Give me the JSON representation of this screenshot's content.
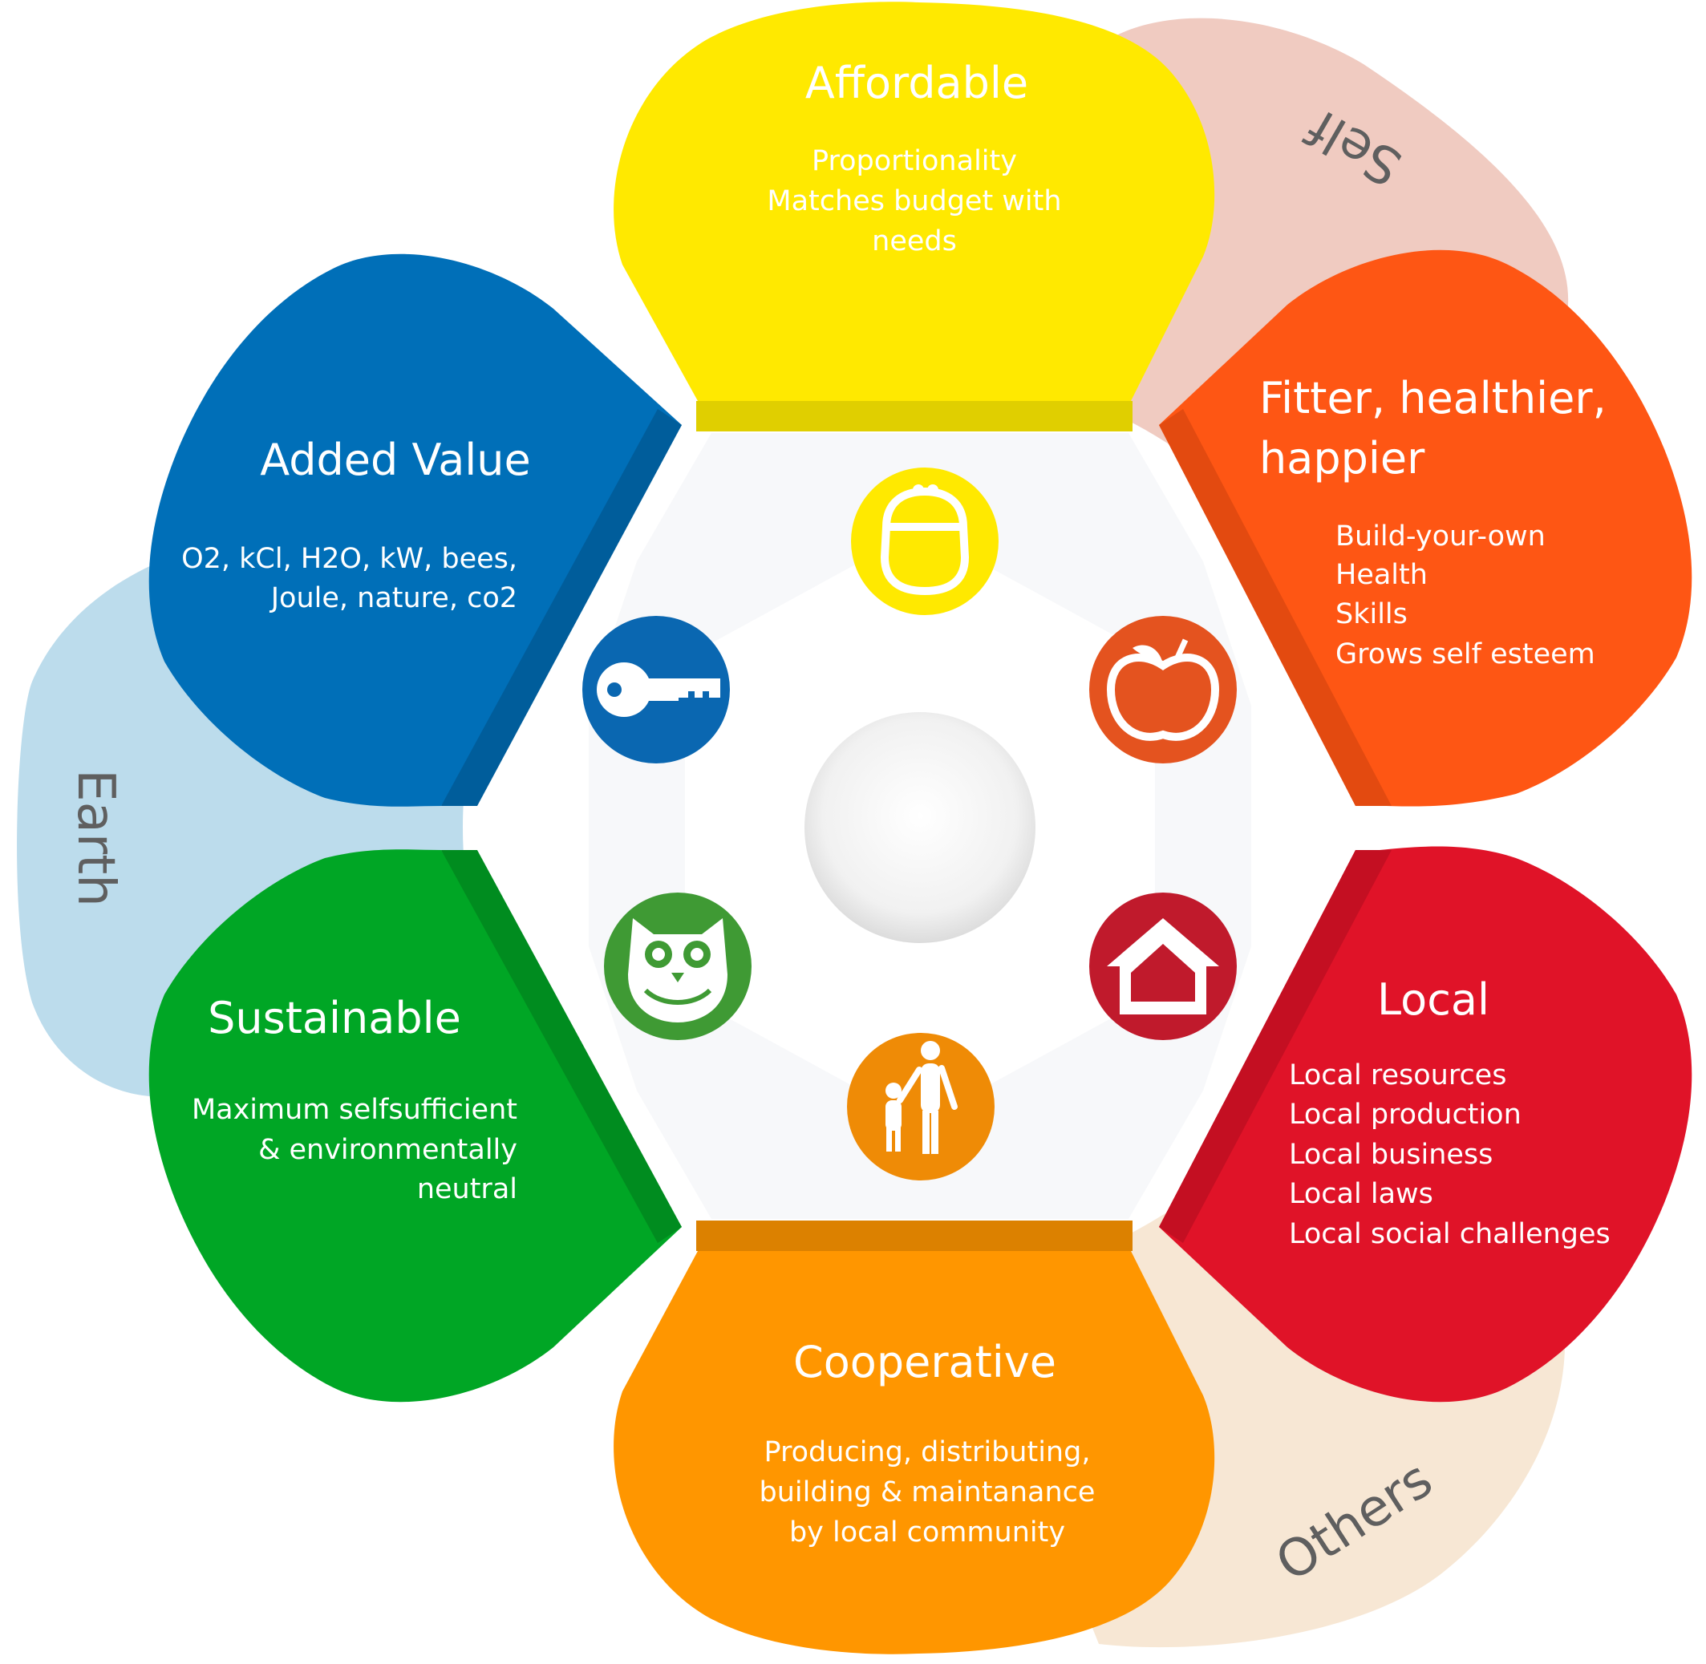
{
  "ring_labels": {
    "self": "Self",
    "earth": "Earth",
    "others": "Others"
  },
  "petals": {
    "affordable": {
      "title": "Affordable",
      "lines": [
        "Proportionality",
        "Matches budget with",
        "needs"
      ],
      "icon": "purse-icon",
      "color": "#ffe900"
    },
    "fitter": {
      "title_lines": [
        "Fitter, healthier,",
        "happier"
      ],
      "lines": [
        "Build-your-own",
        "Health",
        "Skills",
        "Grows self esteem"
      ],
      "icon": "apple-icon",
      "color": "#fe5614"
    },
    "local": {
      "title": "Local",
      "lines": [
        "Local resources",
        "Local production",
        "Local business",
        "Local laws",
        "Local social challenges"
      ],
      "icon": "house-icon",
      "color": "#e01328"
    },
    "cooperative": {
      "title": "Cooperative",
      "lines": [
        "Producing, distributing,",
        "building & maintanance",
        "by local community"
      ],
      "icon": "parent-child-icon",
      "color": "#ff9600"
    },
    "sustainable": {
      "title": "Sustainable",
      "lines": [
        "Maximum selfsufficient",
        "& environmentally",
        "neutral"
      ],
      "icon": "owl-icon",
      "color": "#00a625"
    },
    "added_value": {
      "title": "Added Value",
      "lines": [
        "O2, kCl, H2O, kW, bees,",
        "Joule, nature, co2"
      ],
      "icon": "key-icon",
      "color": "#006fb8"
    }
  },
  "colors": {
    "self_ring": "#f0cbc1",
    "earth_ring": "#bcdcec",
    "others_ring": "#f7e7d4",
    "hub": "#f2f2f2"
  }
}
